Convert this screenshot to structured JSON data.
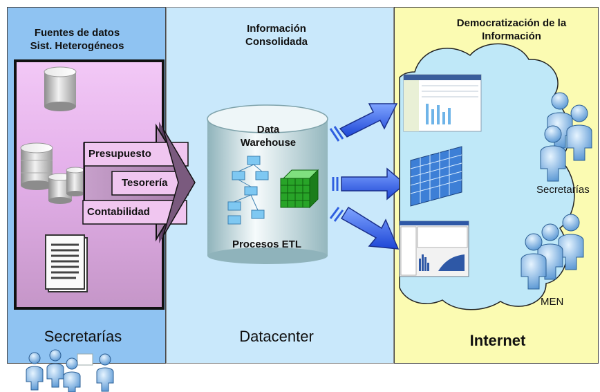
{
  "left_panel": {
    "header_line1": "Fuentes de datos",
    "header_line2": "Sist. Heterogéneos",
    "footer": "Secretarías",
    "sources": [
      "Presupuesto",
      "Tesorería",
      "Contabilidad"
    ]
  },
  "middle_panel": {
    "header_line1": "Información",
    "header_line2": "Consolidada",
    "warehouse_line1": "Data",
    "warehouse_line2": "Warehouse",
    "process_label": "Procesos ETL",
    "footer": "Datacenter"
  },
  "right_panel": {
    "header_line1": "Democratización de la",
    "header_line2": "Información",
    "group1_label": "Secretarías",
    "group2_label": "MEN",
    "footer": "Internet"
  },
  "colors": {
    "left_bg": "#8fc3f2",
    "middle_bg": "#c9e8fb",
    "right_bg": "#fbfbb2",
    "cloud": "#bfe8f8",
    "arrow_blue": "#2f5fe0",
    "cube_green": "#2fae2f"
  },
  "icons": [
    "database-icon",
    "document-icon",
    "person-icon",
    "arrow-icon",
    "cloud-icon",
    "cube-icon"
  ]
}
